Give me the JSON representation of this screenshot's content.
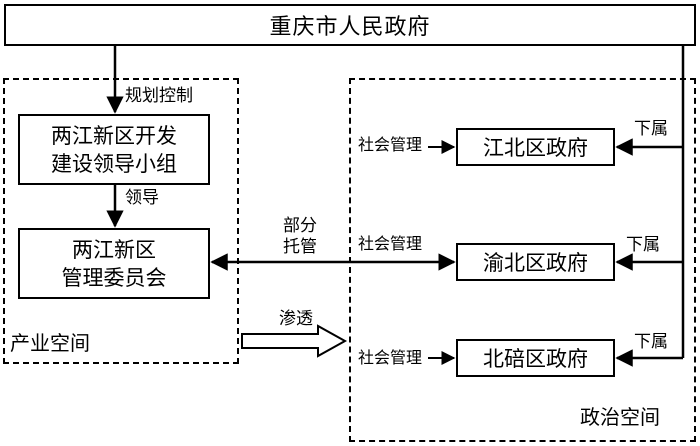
{
  "top": {
    "title": "重庆市人民政府"
  },
  "industry_space": {
    "label": "产业空间",
    "leading_group": {
      "line1": "两江新区开发",
      "line2": "建设领导小组"
    },
    "committee": {
      "line1": "两江新区",
      "line2": "管理委员会"
    }
  },
  "political_space": {
    "label": "政治空间",
    "districts": [
      {
        "name": "江北区政府",
        "management": "社会管理",
        "relation": "下属"
      },
      {
        "name": "渝北区政府",
        "management": "社会管理",
        "relation": "下属"
      },
      {
        "name": "北碚区政府",
        "management": "社会管理",
        "relation": "下属"
      }
    ]
  },
  "edge_labels": {
    "plan_control": "规划控制",
    "lead": "领导",
    "partial_line1": "部分",
    "partial_line2": "托管",
    "penetrate": "渗透"
  }
}
